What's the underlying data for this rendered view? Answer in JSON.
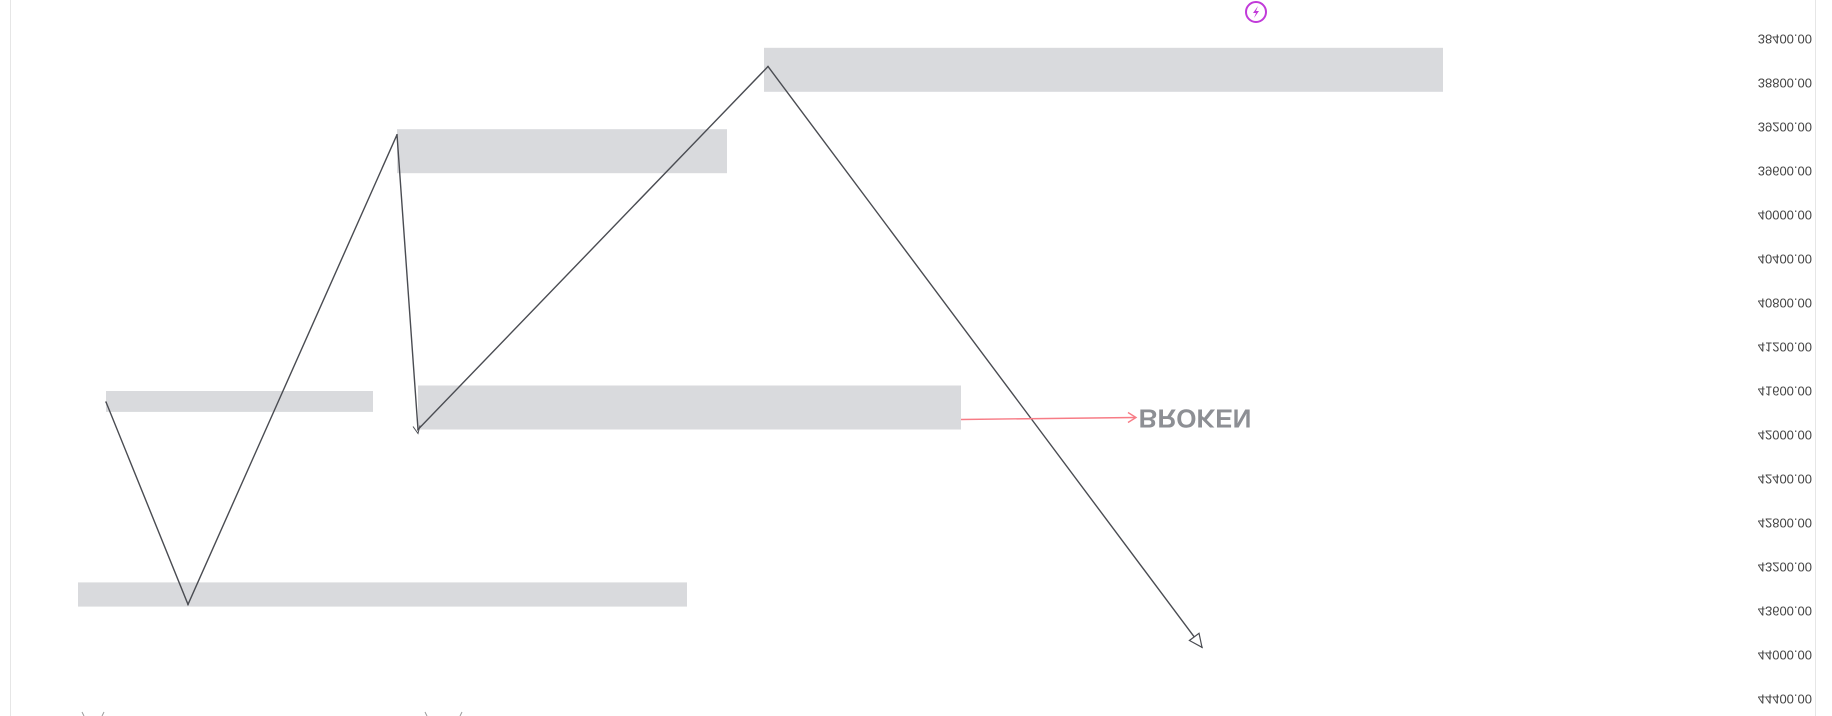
{
  "chart_data": {
    "type": "line",
    "mirrored": true,
    "y_axis": {
      "scale": "inverted",
      "ticks": [
        "38400.00",
        "38800.00",
        "39200.00",
        "39600.00",
        "40000.00",
        "40400.00",
        "40800.00",
        "41200.00",
        "41600.00",
        "42000.00",
        "42400.00",
        "42800.00",
        "43200.00",
        "43600.00",
        "44000.00",
        "44400.00"
      ]
    },
    "zigzag": {
      "prices": [
        41700,
        43540,
        39270,
        41950,
        38650,
        43930
      ],
      "end_marker": "arrow"
    },
    "zones": [
      {
        "price_from": 41600,
        "price_to": 41790,
        "bar_start": 0,
        "bar_end": 2
      },
      {
        "price_from": 43340,
        "price_to": 43560,
        "bar_start": -1,
        "bar_end": 5
      },
      {
        "price_from": 39220,
        "price_to": 39620,
        "bar_start": 2,
        "bar_end": 6
      },
      {
        "price_from": 41550,
        "price_to": 41950,
        "bar_start": 3,
        "bar_end": 8
      },
      {
        "price_from": 38480,
        "price_to": 38880,
        "bar_start": 6,
        "bar_end": 12
      }
    ],
    "annotation": {
      "text": "BROKEN",
      "price": 41850,
      "arrow_color": "#f77c86"
    }
  },
  "colors": {
    "zone_fill": "#d9dadd",
    "line": "#4a4c52",
    "axis_text": "#444444",
    "annotation_text": "#8d8f94",
    "border": "#e6e6e6",
    "event_badge": "#c13ad9"
  },
  "icons": {
    "event_badge": "lightning-bolt-icon"
  }
}
